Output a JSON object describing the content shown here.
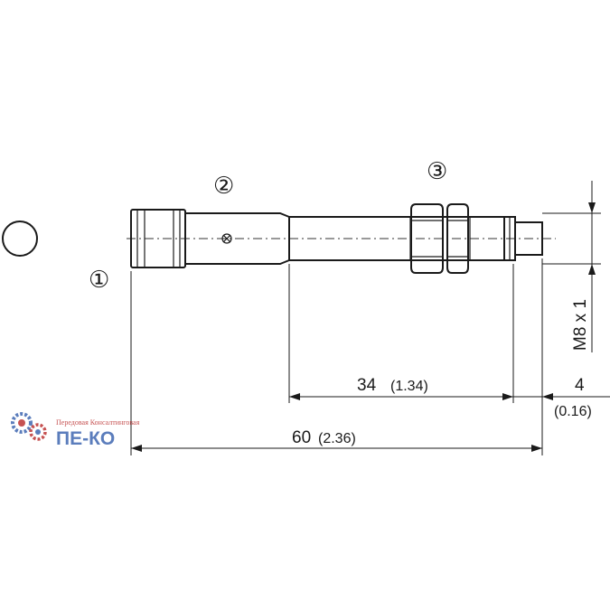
{
  "callouts": {
    "one": "①",
    "two": "②",
    "three": "③"
  },
  "dimensions": {
    "length_34": {
      "value": "34",
      "inch": "(1.34)"
    },
    "length_4": {
      "value": "4",
      "inch": "(0.16)"
    },
    "length_60": {
      "value": "60",
      "inch": "(2.36)"
    },
    "thread": "M8 x 1"
  },
  "watermark": {
    "name": "ПЕ-КО",
    "tagline": "Передовая Консалтинговая"
  },
  "colors": {
    "ink": "#1a1a1a",
    "logo_blue": "#4a6fb5",
    "logo_red": "#c04040"
  }
}
